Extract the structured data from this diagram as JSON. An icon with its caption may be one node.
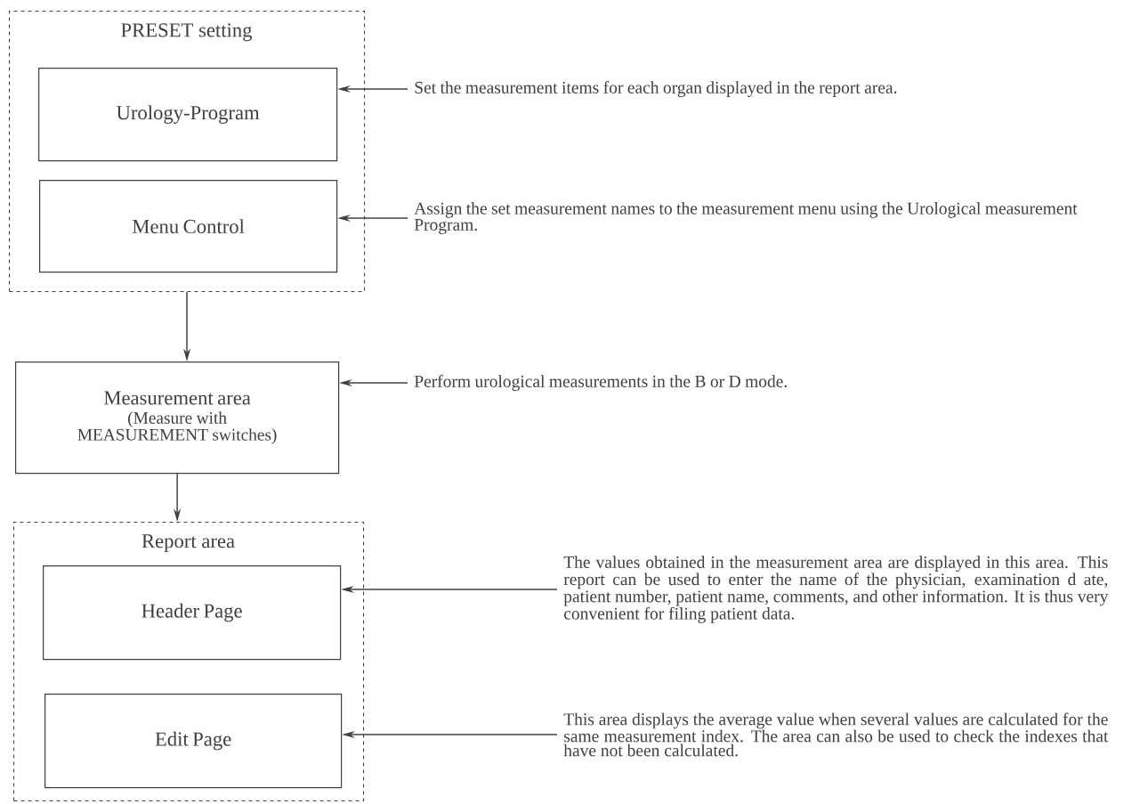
{
  "diagram": {
    "nodes": [
      {
        "text": [
          "PRESET setting"
        ]
      },
      {
        "text": [
          "Urology-Program"
        ],
        "in": 0
      },
      {
        "text": [
          "Menu Control"
        ],
        "in": 0
      },
      {
        "text": [
          "Measurement area",
          "(Measure with MEASUREMENT switches)"
        ]
      },
      {
        "text": [
          "Report area"
        ]
      },
      {
        "text": [
          "Header Page"
        ],
        "in": 4
      },
      {
        "text": [
          "Edit Page"
        ],
        "in": 4
      },
      {
        "text": [
          "Set the measurement items for each organ displayed in the report area."
        ]
      },
      {
        "text": [
          "Assign the set measurement names to the measurement menu using the Urological measurement Program."
        ]
      },
      {
        "text": [
          "Perform urological measurements in the B or D mode."
        ]
      },
      {
        "text": [
          "The values obtained in the measurement area are displayed in this area. This report can be used to enter the name of the physician, examination d ate, patient number, patient name, comments, and other information.  It is thus very convenient for filing patient data."
        ]
      },
      {
        "text": [
          "This area displays the average value when several values are calculated for the same measurement index.  The area can also be used to check the indexes that have not been calculated."
        ]
      }
    ],
    "edges": [
      {
        "from": 0,
        "to": 3,
        "arrow": "to"
      },
      {
        "from": 3,
        "to": 4,
        "arrow": "to"
      },
      {
        "from": 7,
        "to": 1,
        "arrow": "to"
      },
      {
        "from": 8,
        "to": 2,
        "arrow": "to"
      },
      {
        "from": 9,
        "to": 3,
        "arrow": "to"
      },
      {
        "from": 10,
        "to": 5,
        "arrow": "to"
      },
      {
        "from": 11,
        "to": 6,
        "arrow": "to"
      }
    ]
  }
}
